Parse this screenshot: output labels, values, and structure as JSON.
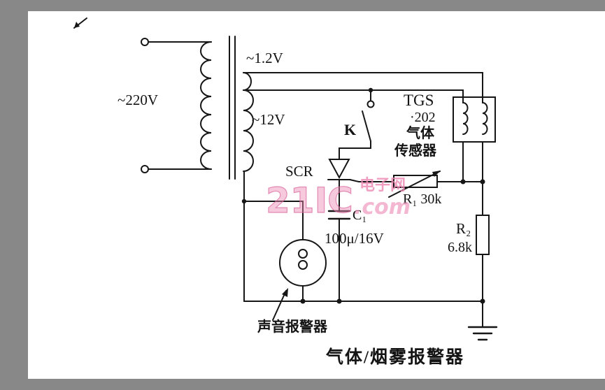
{
  "diagram": {
    "caption": "气体/烟雾报警器",
    "transformer": {
      "primary_label": "~220V",
      "heater_tap_label": "~1.2V",
      "secondary_label": "~12V"
    },
    "components": {
      "switch_label": "K",
      "scr_label": "SCR",
      "cap_label": "C₁",
      "cap_value": "100μ/16V",
      "pot_label": "R₁ 30k",
      "r2_label": "R₂",
      "r2_value": "6.8k",
      "sensor_model_line1": "TGS",
      "sensor_model_line2": "·202",
      "sensor_type_line1": "气体",
      "sensor_type_line2": "传感器",
      "alarm_label": "声音报警器"
    },
    "watermark": {
      "brand": "21IC",
      "domain": ".com",
      "site_name": "电子网",
      "color": "#ec87b2"
    }
  }
}
